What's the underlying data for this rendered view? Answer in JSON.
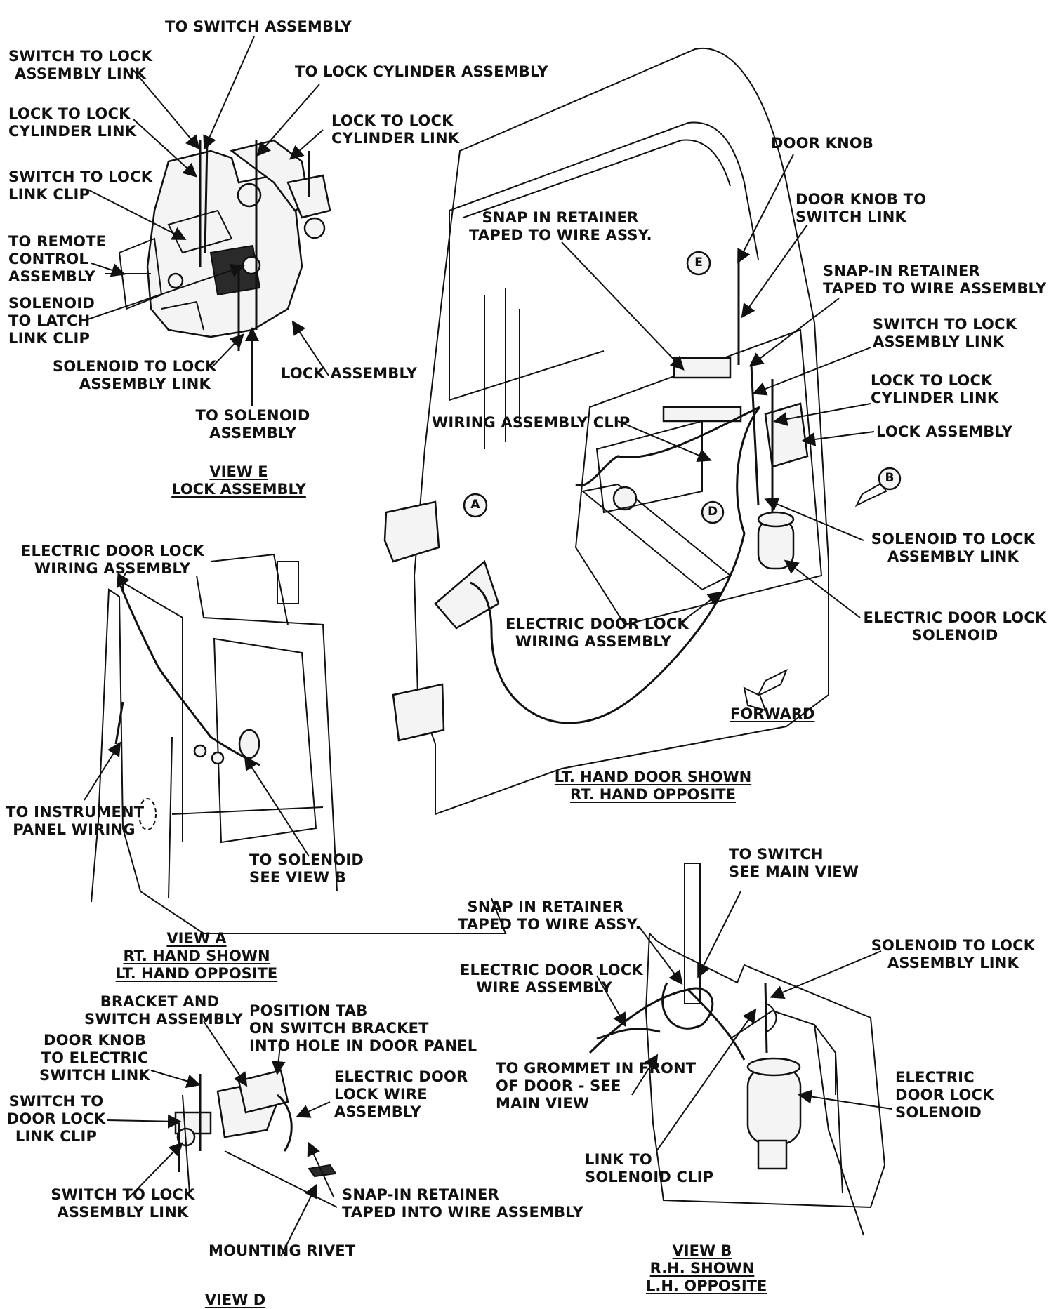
{
  "view_e": {
    "caption": [
      "VIEW E",
      "LOCK ASSEMBLY"
    ],
    "labels": {
      "to_switch_assembly": "TO SWITCH ASSEMBLY",
      "switch_to_lock_assembly_link": [
        "SWITCH TO LOCK",
        "ASSEMBLY LINK"
      ],
      "to_lock_cylinder_assembly": "TO LOCK CYLINDER ASSEMBLY",
      "lock_to_lock_cylinder_link_left": [
        "LOCK TO LOCK",
        "CYLINDER LINK"
      ],
      "lock_to_lock_cylinder_link_right": [
        "LOCK TO LOCK",
        "CYLINDER LINK"
      ],
      "switch_to_lock_link_clip": [
        "SWITCH TO LOCK",
        "LINK CLIP"
      ],
      "to_remote_control_assembly": [
        "TO REMOTE",
        "CONTROL",
        "ASSEMBLY"
      ],
      "solenoid_to_latch_link_clip": [
        "SOLENOID",
        "TO LATCH",
        "LINK CLIP"
      ],
      "solenoid_to_lock_assembly_link": [
        "SOLENOID TO LOCK",
        "ASSEMBLY LINK"
      ],
      "lock_assembly": "LOCK ASSEMBLY",
      "to_solenoid_assembly": [
        "TO SOLENOID",
        "ASSEMBLY"
      ]
    }
  },
  "main_view": {
    "caption": [
      "LT. HAND DOOR SHOWN",
      "RT. HAND OPPOSITE"
    ],
    "view_markers": [
      "A",
      "B",
      "D",
      "E"
    ],
    "labels": {
      "door_knob": "DOOR KNOB",
      "door_knob_to_switch_link": [
        "DOOR KNOB TO",
        "SWITCH LINK"
      ],
      "snap_in_retainer_wire_assy": [
        "SNAP IN RETAINER",
        "TAPED TO WIRE ASSY."
      ],
      "snap_in_retainer_wire_assembly": [
        "SNAP-IN RETAINER",
        "TAPED TO WIRE ASSEMBLY"
      ],
      "switch_to_lock_assembly_link": [
        "SWITCH TO LOCK",
        "ASSEMBLY LINK"
      ],
      "lock_to_lock_cylinder_link": [
        "LOCK TO LOCK",
        "CYLINDER LINK"
      ],
      "lock_assembly": "LOCK ASSEMBLY",
      "wiring_assembly_clip": "WIRING ASSEMBLY CLIP",
      "solenoid_to_lock_assembly_link": [
        "SOLENOID TO LOCK",
        "ASSEMBLY LINK"
      ],
      "electric_door_lock_wiring_assembly": [
        "ELECTRIC DOOR LOCK",
        "WIRING ASSEMBLY"
      ],
      "electric_door_lock_solenoid": [
        "ELECTRIC DOOR LOCK",
        "SOLENOID"
      ],
      "forward": "FORWARD"
    }
  },
  "view_a": {
    "caption": [
      "VIEW A",
      "RT. HAND SHOWN",
      "LT. HAND OPPOSITE"
    ],
    "labels": {
      "electric_door_lock_wiring_assembly": [
        "ELECTRIC DOOR LOCK",
        "WIRING ASSEMBLY"
      ],
      "to_instrument_panel_wiring": [
        "TO INSTRUMENT",
        "PANEL WIRING"
      ],
      "to_solenoid_see_view_b": [
        "TO SOLENOID",
        "SEE VIEW B"
      ]
    }
  },
  "view_d": {
    "caption": [
      "VIEW D"
    ],
    "labels": {
      "bracket_and_switch_assembly": [
        "BRACKET AND",
        "SWITCH ASSEMBLY"
      ],
      "position_tab": [
        "POSITION TAB",
        "ON SWITCH BRACKET",
        "INTO HOLE IN DOOR PANEL"
      ],
      "door_knob_to_electric_switch_link": [
        "DOOR KNOB",
        "TO ELECTRIC",
        "SWITCH LINK"
      ],
      "electric_door_lock_wire_assembly": [
        "ELECTRIC DOOR",
        "LOCK WIRE",
        "ASSEMBLY"
      ],
      "switch_to_door_lock_link_clip": [
        "SWITCH TO",
        "DOOR LOCK",
        "LINK CLIP"
      ],
      "switch_to_lock_assembly_link": [
        "SWITCH TO LOCK",
        "ASSEMBLY LINK"
      ],
      "snap_in_retainer_taped_into_wire_assembly": [
        "SNAP-IN RETAINER",
        "TAPED INTO WIRE ASSEMBLY"
      ],
      "mounting_rivet": "MOUNTING RIVET"
    }
  },
  "view_b": {
    "caption": [
      "VIEW B",
      "R.H. SHOWN",
      "L.H. OPPOSITE"
    ],
    "labels": {
      "to_switch_see_main_view": [
        "TO SWITCH",
        "SEE MAIN VIEW"
      ],
      "snap_in_retainer_wire_assy": [
        "SNAP IN RETAINER",
        "TAPED TO WIRE ASSY."
      ],
      "solenoid_to_lock_assembly_link": [
        "SOLENOID TO LOCK",
        "ASSEMBLY LINK"
      ],
      "electric_door_lock_wire_assembly": [
        "ELECTRIC DOOR LOCK",
        "WIRE ASSEMBLY"
      ],
      "to_grommet": [
        "TO GROMMET IN FRONT",
        "OF DOOR - SEE",
        "MAIN VIEW"
      ],
      "electric_door_lock_solenoid": [
        "ELECTRIC",
        "DOOR LOCK",
        "SOLENOID"
      ],
      "link_to_solenoid_clip": [
        "LINK TO",
        "SOLENOID CLIP"
      ]
    }
  }
}
